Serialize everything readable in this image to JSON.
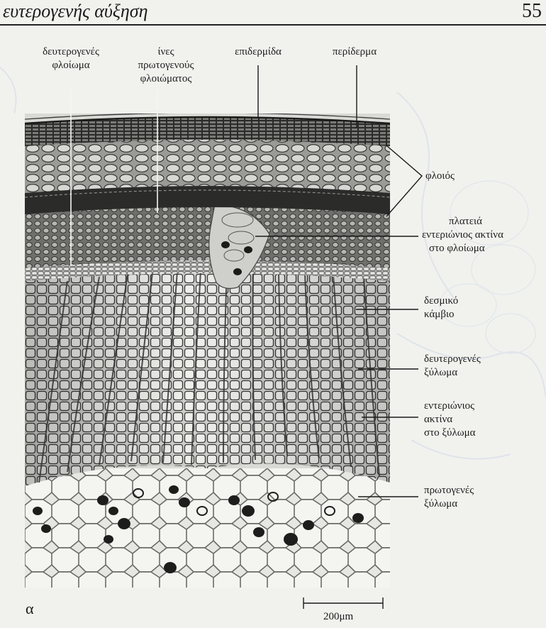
{
  "header": {
    "title": "ευτερογενής αύξηση",
    "page_number": "55"
  },
  "labels": {
    "secondary_phloem": [
      "δευτερογενές",
      "φλοίωμα"
    ],
    "primary_phloem_fibers": [
      "ίνες",
      "πρωτογενούς",
      "φλοιώματος"
    ],
    "epidermis": [
      "επιδερμίδα"
    ],
    "periderm": [
      "περίδερμα"
    ],
    "cortex": [
      "φλοιός"
    ],
    "phloem_ray": [
      "πλατειά",
      "εντεριώνιος ακτίνα",
      "στο φλοίωμα"
    ],
    "cambium": [
      "δεσμικό",
      "κάμβιο"
    ],
    "secondary_xylem": [
      "δευτερογενές",
      "ξύλωμα"
    ],
    "xylem_ray": [
      "εντεριώνιος",
      "ακτίνα",
      "στο ξύλωμα"
    ],
    "primary_xylem": [
      "πρωτογενές",
      "ξύλωμα"
    ]
  },
  "figure": {
    "subfigure_letter": "α",
    "scale_bar_label": "200μm"
  }
}
